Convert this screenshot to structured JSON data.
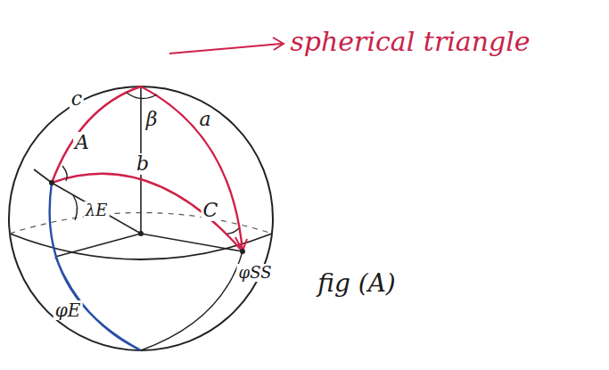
{
  "diagram": {
    "caption": "fig (A)",
    "labels": [
      "spherical triangle",
      "c",
      "A",
      "β",
      "a",
      "b",
      "C",
      "λE",
      "φE",
      "φSS"
    ]
  }
}
